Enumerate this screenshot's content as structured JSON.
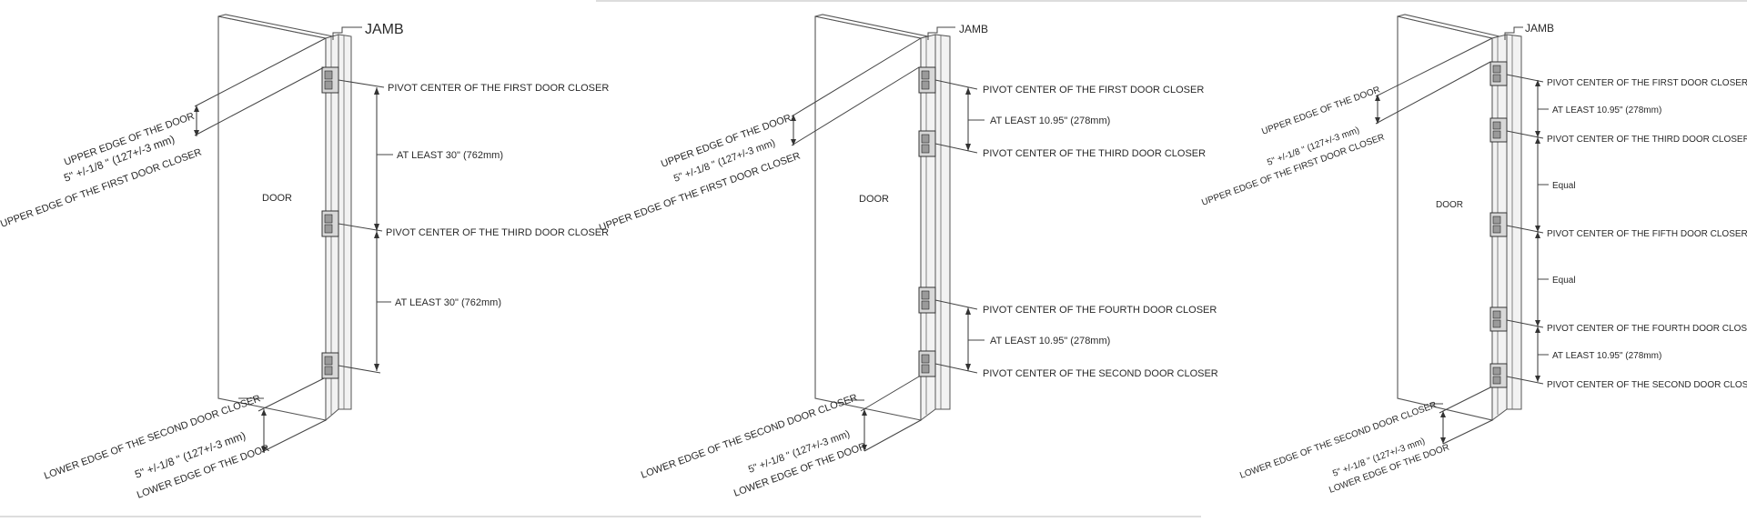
{
  "panels": [
    {
      "jamb": "JAMB",
      "door": "DOOR",
      "upper_edge": "UPPER EDGE OF THE DOOR",
      "upper_dim": "5\" +/-1/8 \" (127+/-3 mm)",
      "upper_first": "UPPER EDGE OF THE FIRST DOOR CLOSER",
      "lower_second": "LOWER EDGE OF THE SECOND DOOR CLOSER",
      "lower_dim": "5\" +/-1/8 \" (127+/-3 mm)",
      "lower_edge": "LOWER EDGE OF THE  DOOR",
      "right_labels": [
        "PIVOT CENTER OF THE FIRST DOOR CLOSER",
        "AT LEAST 30\" (762mm)",
        "PIVOT CENTER OF THE THIRD DOOR CLOSER",
        "AT LEAST 30\" (762mm)"
      ]
    },
    {
      "jamb": "JAMB",
      "door": "DOOR",
      "upper_edge": "UPPER EDGE OF THE DOOR",
      "upper_dim": "5\" +/-1/8 \" (127+/-3 mm)",
      "upper_first": "UPPER EDGE OF THE FIRST DOOR CLOSER",
      "lower_second": "LOWER EDGE OF THE SECOND DOOR CLOSER",
      "lower_dim": "5\" +/-1/8 \" (127+/-3 mm)",
      "lower_edge": "LOWER EDGE OF THE  DOOR",
      "right_labels": [
        "PIVOT CENTER OF THE FIRST DOOR CLOSER",
        "AT LEAST 10.95\" (278mm)",
        "PIVOT CENTER OF THE THIRD DOOR CLOSER",
        "PIVOT CENTER OF THE FOURTH DOOR CLOSER",
        "AT LEAST 10.95\" (278mm)",
        "PIVOT CENTER OF THE SECOND DOOR CLOSER"
      ]
    },
    {
      "jamb": "JAMB",
      "door": "DOOR",
      "upper_edge": "UPPER EDGE OF THE DOOR",
      "upper_dim": "5\" +/-1/8 \" (127+/-3 mm)",
      "upper_first": "UPPER EDGE OF THE FIRST DOOR CLOSER",
      "lower_second": "LOWER EDGE OF THE SECOND DOOR CLOSER",
      "lower_dim": "5\" +/-1/8 \" (127+/-3 mm)",
      "lower_edge": "LOWER EDGE OF THE  DOOR",
      "right_labels": [
        "PIVOT CENTER OF THE FIRST DOOR CLOSER",
        "AT LEAST 10.95\" (278mm)",
        "PIVOT CENTER OF THE THIRD DOOR CLOSER",
        "Equal",
        "PIVOT CENTER OF THE FIFTH DOOR CLOSER",
        "Equal",
        "PIVOT CENTER OF THE FOURTH DOOR CLOSER",
        "AT LEAST 10.95\" (278mm)",
        "PIVOT CENTER OF THE SECOND DOOR CLOSER"
      ]
    }
  ]
}
